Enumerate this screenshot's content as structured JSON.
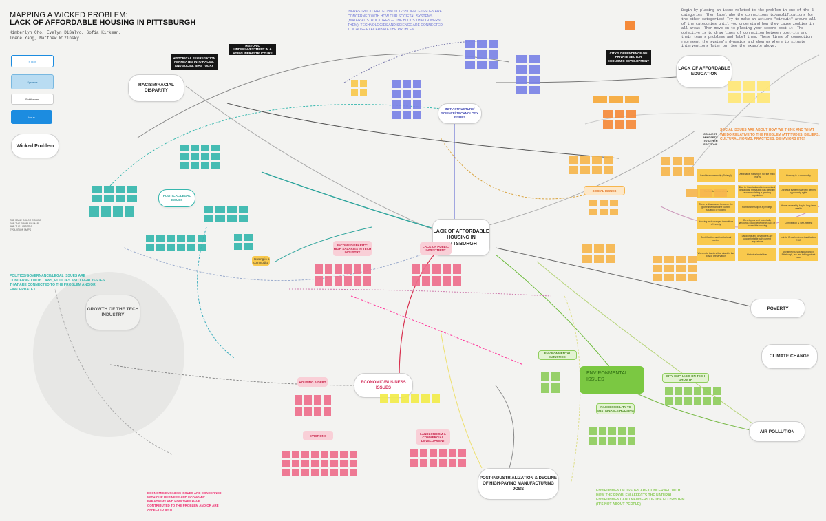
{
  "header": {
    "title_line1": "MAPPING A WICKED PROBLEM:",
    "title_line2": "LACK OF AFFORDABLE HOUSING IN PITTSBURGH",
    "authors": "Kimberlyn Cho, Evelyn DiSalvo, Sofia Kirkman, Irene Yang, Matthew Wizinsky"
  },
  "instructions": "Begin by placing an issue related to the problem in one of the 6 categories. Then label who the connections to/amplifications for the other categories! Try to make an actions \"circuit\" around all of the categories until you understand how they cause zombies in all areas. Then move on to placing your second post-it! The objective is to draw lines of connection between post-its and their team's problems and label them. These lines of connection represent the system's dynamics and show us where to situate interventions later on. See the example above.",
  "legend": {
    "items": [
      "STEM",
      "Systems",
      "Subthemes",
      "Issue",
      "Wicked Problem"
    ],
    "colors": [
      "#ffffff",
      "#b9dcf2",
      "#ffffff",
      "#1c8ce0",
      "#ffffff"
    ]
  },
  "nodes": {
    "central": "LACK OF AFFORDABLE HOUSING IN PITTSBURGH",
    "racism": "RACISM/RACIAL DISPARITY",
    "education": "LACK OF AFFORDABLE EDUCATION",
    "poverty": "POVERTY",
    "climate": "CLIMATE CHANGE",
    "air": "AIR POLLUTION",
    "post_industrial": "POST-INDUSTRIALIZATION & DECLINE OF HIGH-PAYING MANUFACTURING JOBS",
    "tech_growth": "GROWTH OF THE TECH INDUSTRY",
    "infra": "INFRASTRUCTURE/ SCIENCE/ TECHNOLOGY ISSUES",
    "economic": "ECONOMIC/BUSINESS ISSUES",
    "environmental": "ENVIRONMENTAL ISSUES",
    "political": "POLITICAL/LEGAL ISSUES",
    "social": "SOCIAL ISSUES"
  },
  "black_boxes": {
    "segregation": "HISTORICAL SEGREGATION PERMEATES INTO RACIAL AND SOCIAL BIAS TODAY",
    "underinvestment": "HISTORIC UNDERINVESTMENT IN & AGING INFRASTRUCTURE",
    "city_dependence": "CITY'S DEPENDENCE ON PRIVATE SECTOR ECONOMIC DEVELOPMENT"
  },
  "pink_labels": {
    "income": "INCOME DISPARITY: HIGH SALARIES IN TECH INDUSTRY",
    "transit": "LACK OF PUBLIC INVESTMENT",
    "housing_debt": "HOUSING & DEBT",
    "evictions": "EVICTIONS",
    "landlord": "LANDLORDISM & COMMERCIAL DEVELOPMENT"
  },
  "green_labels": {
    "wildlife": "ENVIRONMENTAL INJUSTICE",
    "sustain": "INACCESSIBILITY TO SUSTAINABLE HOUSING",
    "emphasis": "CITY EMPHASIS ON TECH GROWTH"
  },
  "social_cards": [
    "Land is a commodity (Polanyi)",
    "Affordable housing is not the main priority",
    "Housing is a commodity",
    "The Market knows best",
    "Due to historical and infrastructural limitations, Pittsburgh has difficulty accommodating a growing population",
    "Our legal system is largely defined by property rights",
    "There is dissonance between the government and the current situation of society",
    "Homeownership is a privilege",
    "Home ownership key to long-term wealth",
    "Housing tech changes the culture of the city",
    "Developers and potentially landlords could benefit from lack of accessible housing",
    "Competition & Self-interest",
    "Gentrification and institutional racism",
    "Landlords and developers are uncomfortable with current regulations",
    "Infinite Growth mindset and lack of ESG",
    "We create barriers that stand in the way of preservation",
    "Historical/racial bias",
    "Any time you talk about land in Pittsburgh, you are talking about race"
  ],
  "category_notes": {
    "infra": "INFRASTRUCTURE/TECHNOLOGY/SCIENCE ISSUES ARE CONCERNED WITH HOW OUR SOCIETAL SYSTEMS (MATERIAL STRUCTURES — THE BLOCS THAT GOVERN THEM), TECHNOLOGIES AND SCIENCE ARE CONNECTED TO/CAUSE/EXACERBATE THE PROBLEM",
    "social": "SOCIAL ISSUES ARE ABOUT HOW WE THINK AND WHAT WE DO RELATIVE TO THE PROBLEM (ATTITUDES, BELIEFS, CULTURAL NORMS, PRACTICES, BEHAVIORS ETC)",
    "political": "POLITICS/GOVERNANCE/LEGAL ISSUES ARE CONCERNED WITH LAWS, POLICIES AND LEGAL ISSUES THAT ARE CONNECTED TO THE PROBLEM AND/OR EXACERBATE IT",
    "economic": "ECONOMIC/BUSINESS ISSUES ARE CONCERNED WITH OUR BUSINESS AND ECONOMIC PARADIGMS AND HOW THEY HAVE CONTRIBUTED TO THE PROBLEM AND/OR ARE AFFECTED BY IT",
    "environmental": "ENVIRONMENTAL ISSUES ARE CONCERNED WITH HOW THE PROBLEM AFFECTS THE NATURAL ENVIRONMENT AND MEMBERS OF THE ECOSYSTEM (IT'S NOT ABOUT PEOPLE)"
  },
  "misc": {
    "housing_commodity": "Housing is a commodity",
    "connect": "CONNECT MINDSETS TO OTHER SECTIONS",
    "same_color": "THE SAME COLOR CODING FOR THE PROBLEM MAP AND THE HISTORIC EVOLUTION MAPS"
  },
  "colors": {
    "infra": "#7b83e6",
    "social": "#f6b64d",
    "political": "#36b7ae",
    "economic": "#ee6f8c",
    "environmental": "#8fcd5d",
    "black": "#151515"
  }
}
